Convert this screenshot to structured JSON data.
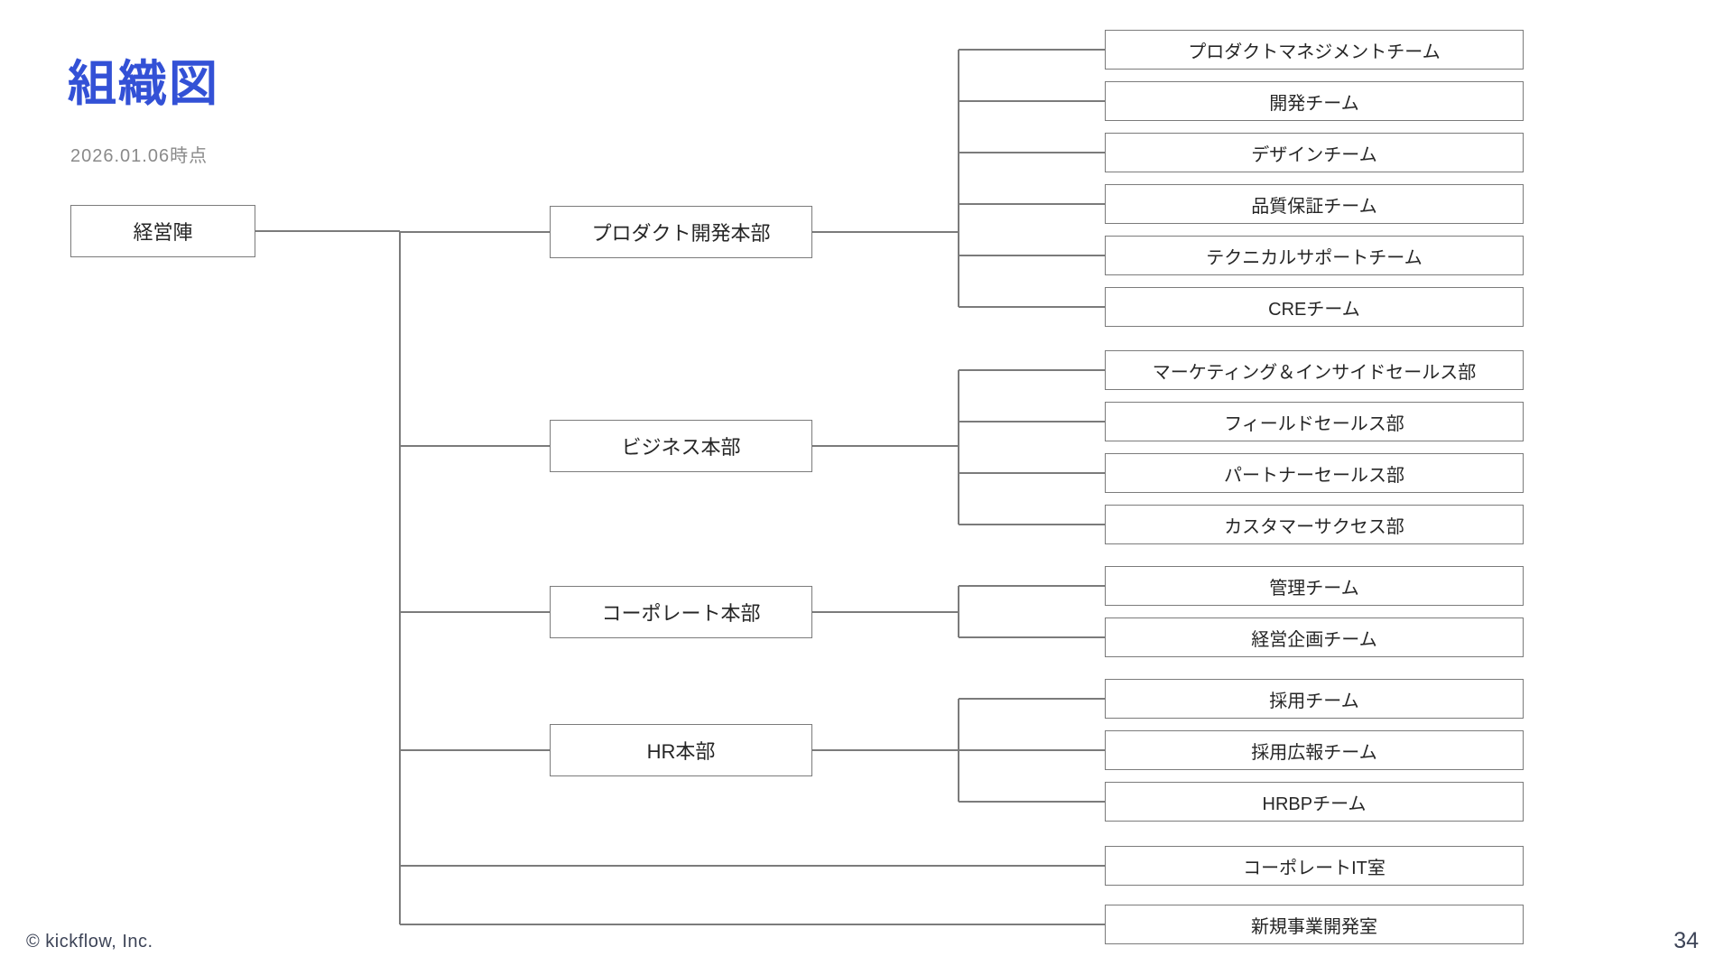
{
  "page": {
    "title": "組織図",
    "date_label": "2026.01.06時点",
    "footer": "© kickflow, Inc.",
    "page_number": "34",
    "title_color": "#3351d6"
  },
  "org": {
    "root": {
      "label": "経営陣"
    },
    "divisions": [
      {
        "label": "プロダクト開発本部",
        "teams": [
          "プロダクトマネジメントチーム",
          "開発チーム",
          "デザインチーム",
          "品質保証チーム",
          "テクニカルサポートチーム",
          "CREチーム"
        ]
      },
      {
        "label": "ビジネス本部",
        "teams": [
          "マーケティング＆インサイドセールス部",
          "フィールドセールス部",
          "パートナーセールス部",
          "カスタマーサクセス部"
        ]
      },
      {
        "label": "コーポレート本部",
        "teams": [
          "管理チーム",
          "経営企画チーム"
        ]
      },
      {
        "label": "HR本部",
        "teams": [
          "採用チーム",
          "採用広報チーム",
          "HRBPチーム"
        ]
      }
    ],
    "direct_units": [
      "コーポレートIT室",
      "新規事業開発室"
    ]
  }
}
